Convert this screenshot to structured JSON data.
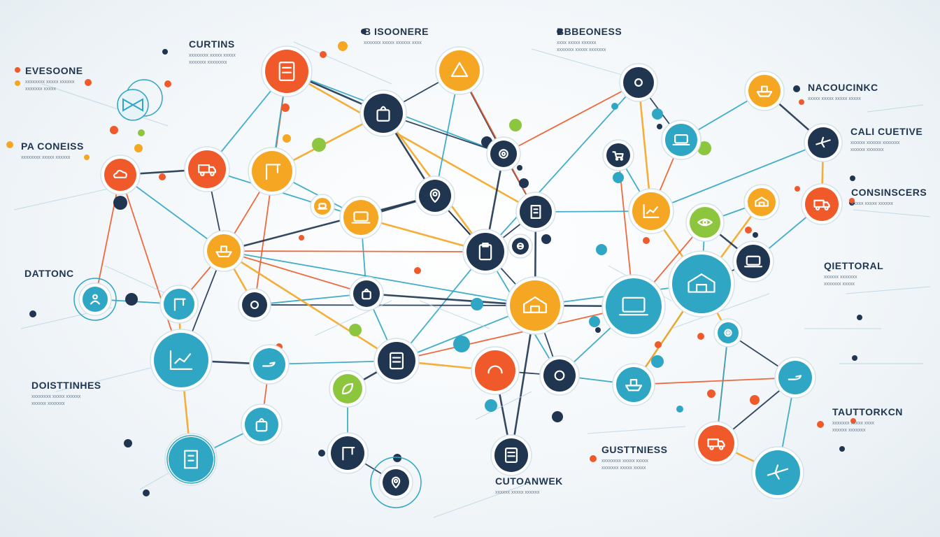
{
  "palette": {
    "navy": "#1f3550",
    "teal": "#2ea6c4",
    "orange": "#f05a2a",
    "amber": "#f5a623",
    "lime": "#8cc63f",
    "line_light": "#b7d3e0"
  },
  "labels": [
    {
      "id": "l1",
      "title": "CURTINS",
      "sub": "xxxxxxxx xxxxx xxxxx\nxxxxxxx xxxxxxxx"
    },
    {
      "id": "l2",
      "title": "B ISOONERE",
      "sub": "xxxxxxx xxxxx xxxxxx xxxx"
    },
    {
      "id": "l3",
      "title": "BBBEONESS",
      "sub": "xxxx xxxxx xxxxxx\nxxxxxxx xxxxx xxxxxxx"
    },
    {
      "id": "l4",
      "title": "EVESOONE",
      "sub": "xxxxxxxx xxxxx xxxxxx\nxxxxxxx xxxxx"
    },
    {
      "id": "l5",
      "title": "NACOUCINKC",
      "sub": "xxxxx xxxxx xxxxx xxxxx"
    },
    {
      "id": "l6",
      "title": "PA CONEISS",
      "sub": "xxxxxxxx xxxxx xxxxxx"
    },
    {
      "id": "l7",
      "title": "CALI CUETIVE",
      "sub": "xxxxxx xxxxxx xxxxxxx\nxxxxxx xxxxxxx"
    },
    {
      "id": "l8",
      "title": "CONSINSCERS",
      "sub": "xxxxx xxxxx xxxxxx"
    },
    {
      "id": "l9",
      "title": "DATTONC",
      "sub": ""
    },
    {
      "id": "l10",
      "title": "QIETTORAL",
      "sub": "xxxxxx xxxxxxx\nxxxxxxx xxxxx"
    },
    {
      "id": "l11",
      "title": "DOISTTINHES",
      "sub": "xxxxxxxx xxxxx xxxxxx\nxxxxxx xxxxxxx"
    },
    {
      "id": "l12",
      "title": "TAUTTORKCN",
      "sub": "xxxxxxx xxxxx xxxx\nxxxxxx xxxxxxx"
    },
    {
      "id": "l13",
      "title": "GUSTTNIESS",
      "sub": "xxxxxxxx xxxxx xxxxx\nxxxxxxx xxxxx xxxxx"
    },
    {
      "id": "l14",
      "title": "CUTOANWEK",
      "sub": "xxxxxx xxxxx xxxxxx"
    }
  ],
  "nodes": [
    {
      "id": "n1",
      "color": "orange",
      "icon": "document-icon"
    },
    {
      "id": "n2",
      "color": "amber",
      "icon": "triangle-icon"
    },
    {
      "id": "n3",
      "color": "navy",
      "icon": "wave-icon"
    },
    {
      "id": "n4",
      "color": "amber",
      "icon": "ship-icon"
    },
    {
      "id": "n5",
      "color": "teal",
      "icon": "laptop-icon"
    },
    {
      "id": "n6",
      "color": "navy",
      "icon": "plane-icon"
    },
    {
      "id": "n7",
      "color": "orange",
      "icon": "truck-icon"
    },
    {
      "id": "n8",
      "color": "amber",
      "icon": "crane-icon"
    },
    {
      "id": "n9",
      "color": "navy",
      "icon": "shopping-bag-icon"
    },
    {
      "id": "n10",
      "color": "orange",
      "icon": "cloud-icon"
    },
    {
      "id": "n11",
      "color": "amber",
      "icon": "laptop-icon"
    },
    {
      "id": "n12",
      "color": "navy",
      "icon": "gear-icon"
    },
    {
      "id": "n13",
      "color": "navy",
      "icon": "cart-icon"
    },
    {
      "id": "n14",
      "color": "amber",
      "icon": "chart-icon"
    },
    {
      "id": "n15",
      "color": "navy",
      "icon": "map-icon"
    },
    {
      "id": "n16",
      "color": "lime",
      "icon": "eye-icon"
    },
    {
      "id": "n17",
      "color": "lime",
      "icon": "hand-icon"
    },
    {
      "id": "n18",
      "color": "amber",
      "icon": "warehouse-icon"
    },
    {
      "id": "n19",
      "color": "orange",
      "icon": "truck-icon"
    },
    {
      "id": "n20",
      "color": "navy",
      "icon": "building-icon"
    },
    {
      "id": "n21",
      "color": "navy",
      "icon": "clipboard-icon"
    },
    {
      "id": "n22",
      "color": "teal",
      "icon": "warehouse-icon"
    },
    {
      "id": "n23",
      "color": "navy",
      "icon": "laptop-icon"
    },
    {
      "id": "n24",
      "color": "teal",
      "icon": "laptop-icon"
    },
    {
      "id": "n25",
      "color": "navy",
      "icon": "ring-icon"
    },
    {
      "id": "n26",
      "color": "navy",
      "icon": "bag-icon"
    },
    {
      "id": "n27",
      "color": "teal",
      "icon": "crane-icon"
    },
    {
      "id": "n28",
      "color": "teal",
      "icon": "person-icon"
    },
    {
      "id": "n29",
      "color": "teal",
      "icon": "chart-icon"
    },
    {
      "id": "n30",
      "color": "teal",
      "icon": "hand-icon"
    },
    {
      "id": "n31",
      "color": "navy",
      "icon": "document-icon"
    },
    {
      "id": "n32",
      "color": "orange",
      "icon": "spinner-icon"
    },
    {
      "id": "n33",
      "color": "navy",
      "icon": "ring-icon"
    },
    {
      "id": "n34",
      "color": "teal",
      "icon": "ship-icon"
    },
    {
      "id": "n35",
      "color": "teal",
      "icon": "hand-icon"
    },
    {
      "id": "n36",
      "color": "lime",
      "icon": "leaf-icon"
    },
    {
      "id": "n37",
      "color": "orange",
      "icon": "truck-icon"
    },
    {
      "id": "n38",
      "color": "teal",
      "icon": "plane-icon"
    },
    {
      "id": "n39",
      "color": "teal",
      "icon": "bag-icon"
    },
    {
      "id": "n40",
      "color": "teal",
      "icon": "building-icon"
    },
    {
      "id": "n41",
      "color": "navy",
      "icon": "crane-icon"
    },
    {
      "id": "n42",
      "color": "navy",
      "icon": "document-icon"
    },
    {
      "id": "n43",
      "color": "navy",
      "icon": "map-icon"
    },
    {
      "id": "n44",
      "color": "amber",
      "icon": "ship-icon"
    },
    {
      "id": "n45",
      "color": "amber",
      "icon": "warehouse-icon"
    },
    {
      "id": "n46",
      "color": "amber",
      "icon": "laptop-icon"
    },
    {
      "id": "n47",
      "color": "teal",
      "icon": "gear-icon"
    },
    {
      "id": "n48",
      "color": "navy",
      "icon": "globe-icon"
    },
    {
      "id": "n49",
      "color": "teal",
      "icon": "laptop-icon"
    },
    {
      "id": "n50",
      "color": "navy",
      "icon": "person-icon"
    }
  ]
}
